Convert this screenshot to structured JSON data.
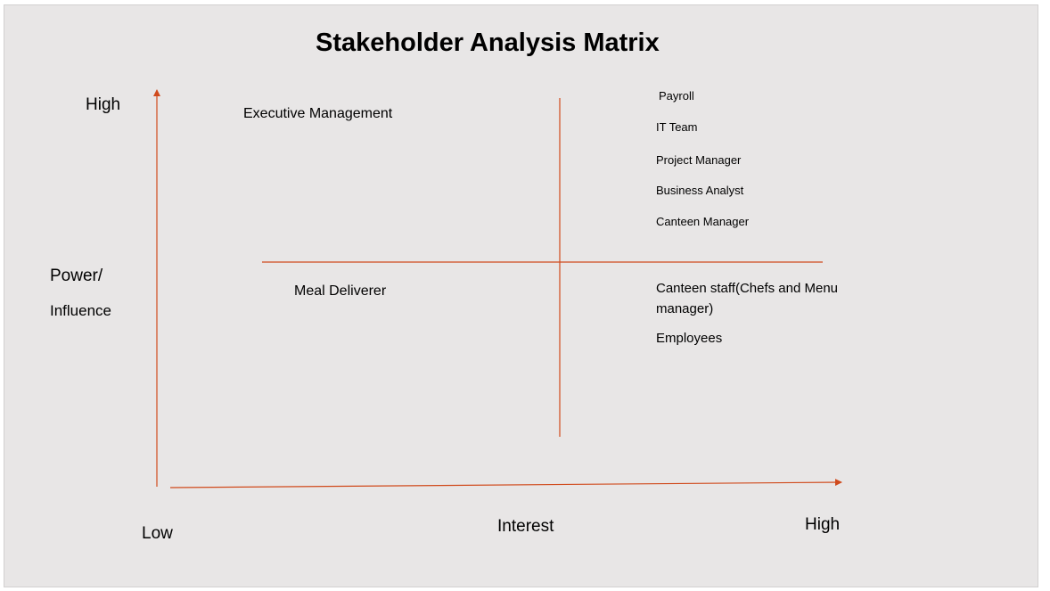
{
  "title": "Stakeholder Analysis Matrix",
  "y_axis": {
    "label_line1": "Power/",
    "label_line2": "Influence",
    "high": "High"
  },
  "x_axis": {
    "label": "Interest",
    "low": "Low",
    "high": "High"
  },
  "quadrants": {
    "high_power_low_interest": [
      "Executive Management"
    ],
    "high_power_high_interest": [
      "Payroll",
      "IT Team",
      "Project Manager",
      "Business Analyst",
      "Canteen Manager"
    ],
    "low_power_low_interest": [
      "Meal Deliverer"
    ],
    "low_power_high_interest": [
      "Canteen staff(Chefs and Menu manager)",
      "Employees"
    ]
  },
  "colors": {
    "background": "#e8e6e6",
    "axis": "#d04a1c",
    "text": "#000000"
  }
}
